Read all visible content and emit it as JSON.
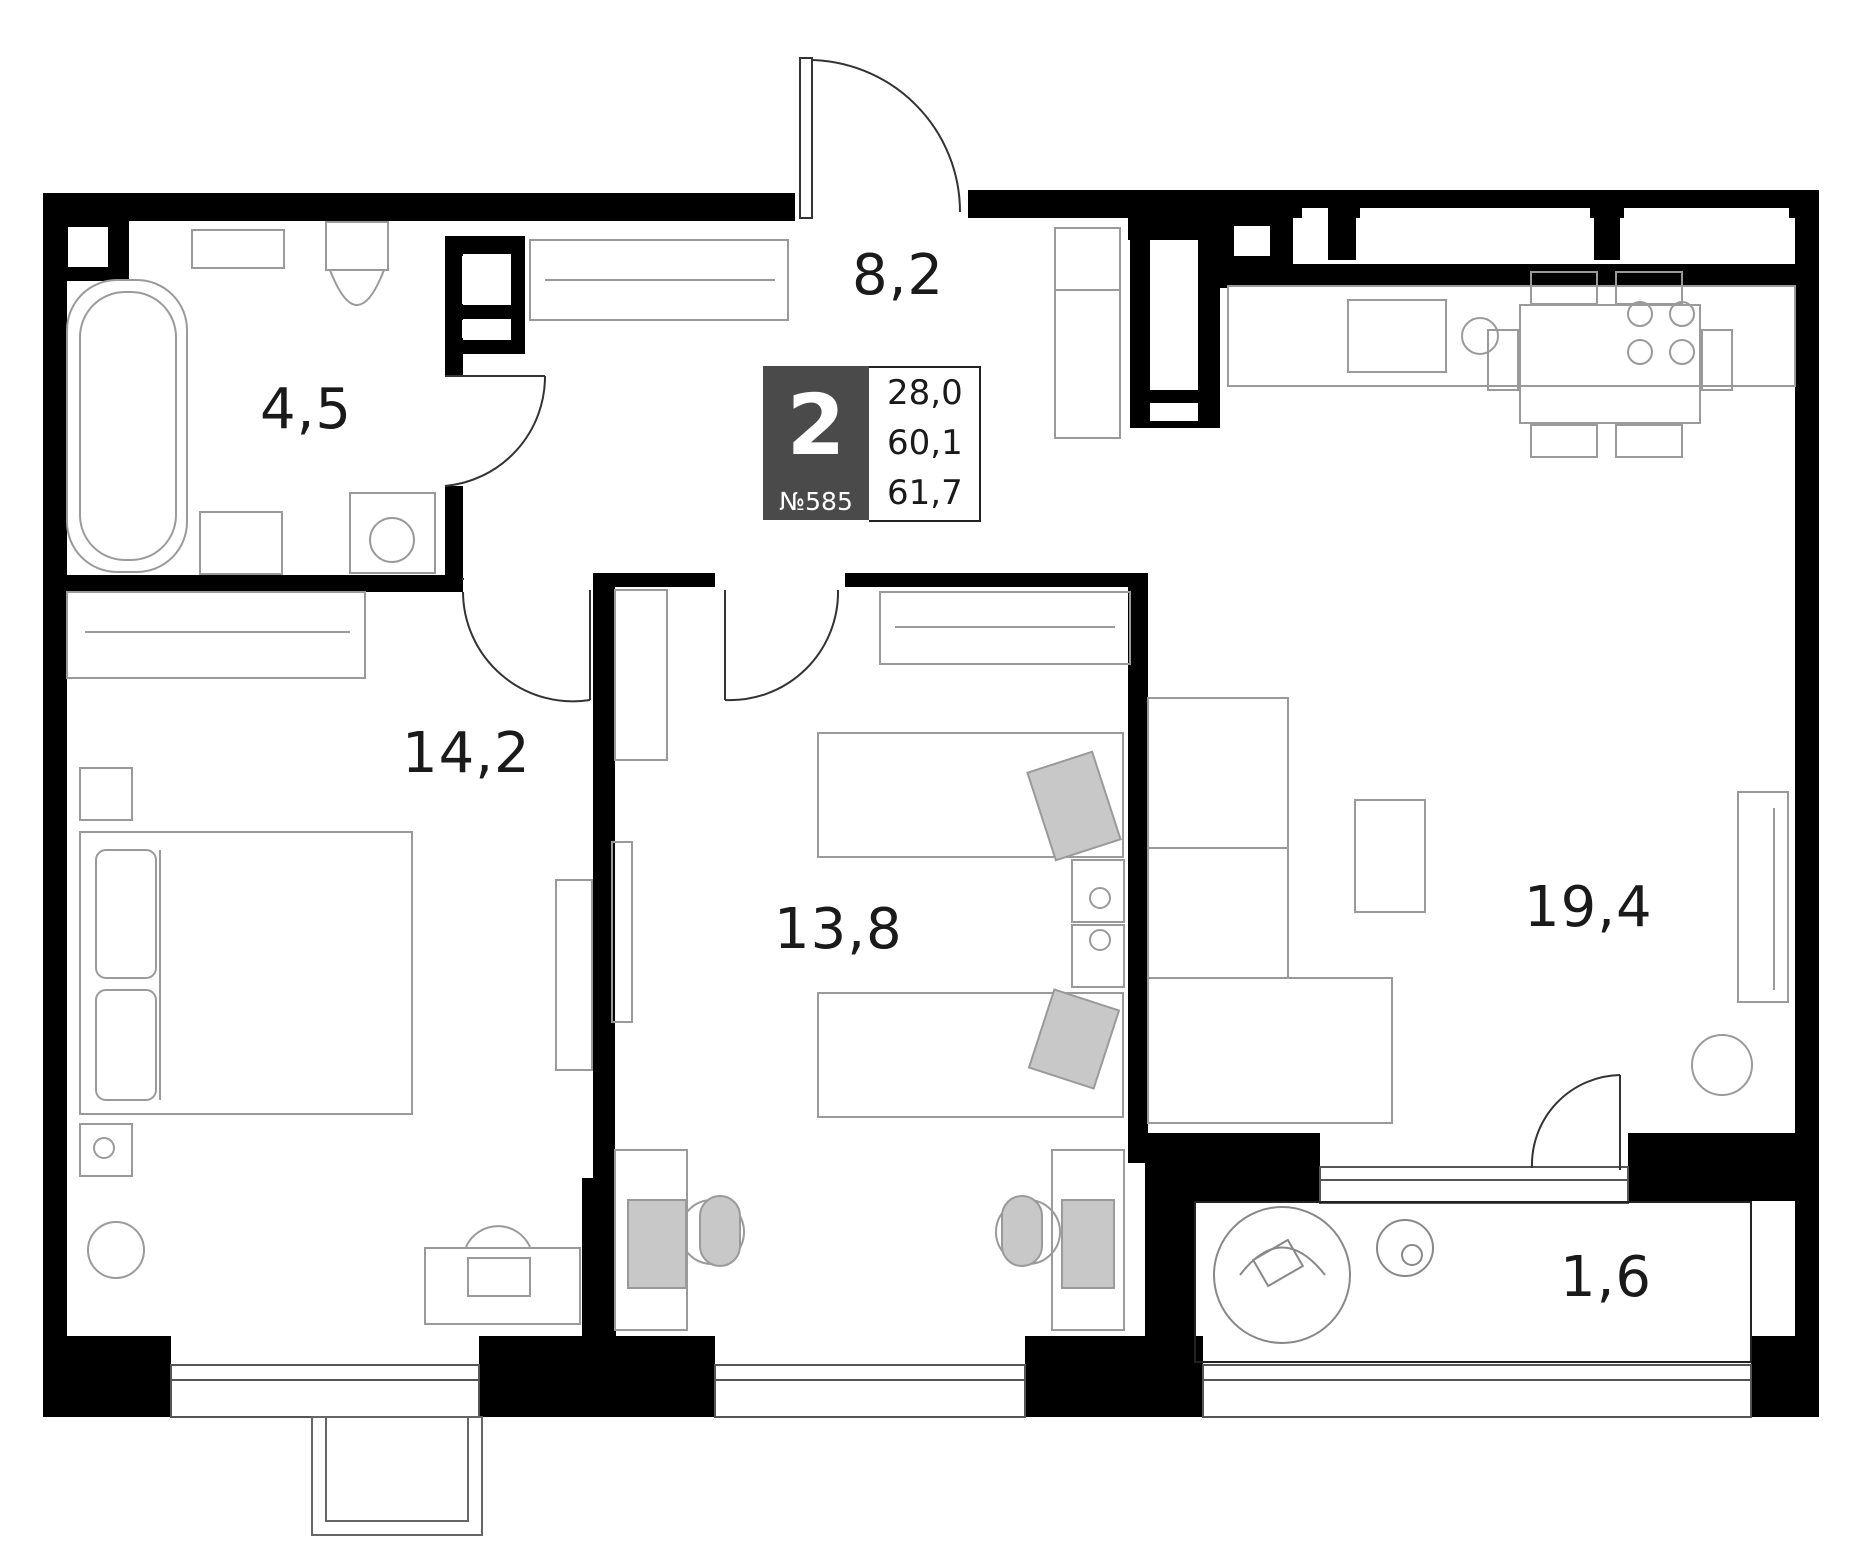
{
  "flat": {
    "rooms_count": "2",
    "number": "№585",
    "areas": [
      "28,0",
      "60,1",
      "61,7"
    ]
  },
  "rooms": {
    "hall": "8,2",
    "bathroom": "4,5",
    "bedroom": "14,2",
    "kids_room": "13,8",
    "living_kitchen": "19,4",
    "balcony": "1,6"
  },
  "colors": {
    "wall": "#000000",
    "furniture_line": "#9a9a9a",
    "furniture_fill": "#c8c8c8",
    "badge_bg": "#4a4a4a"
  }
}
